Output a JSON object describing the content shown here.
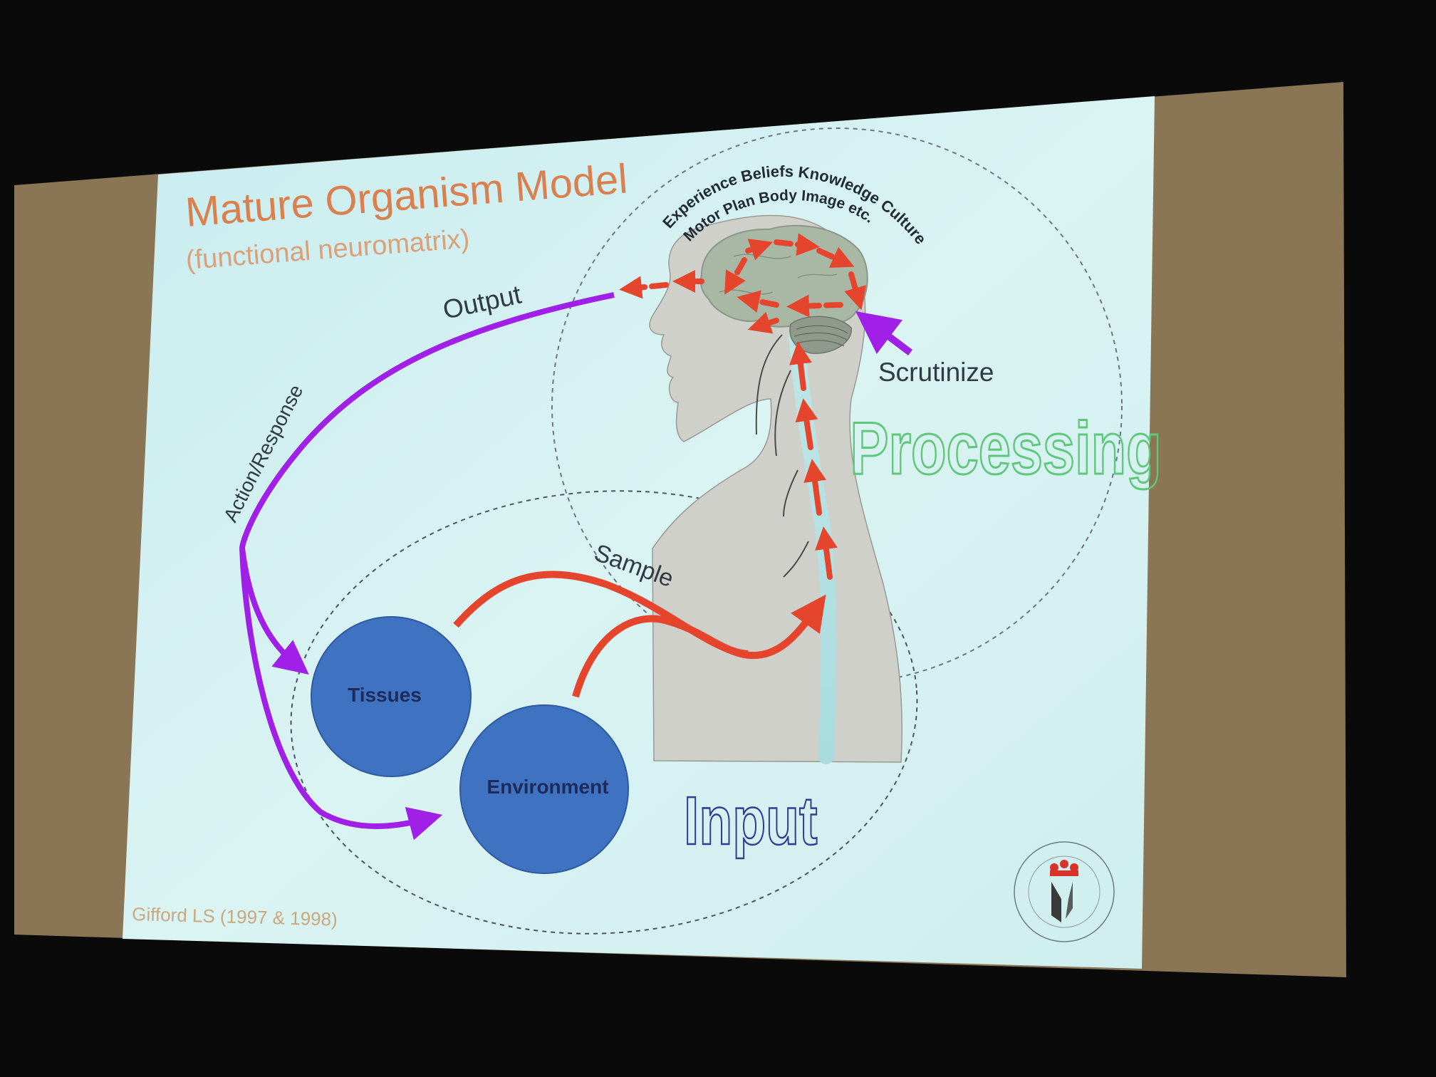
{
  "slide": {
    "title": "Mature Organism Model",
    "subtitle": "(functional neuromatrix)",
    "citation": "Gifford LS (1997 & 1998)"
  },
  "diagram": {
    "brain_words_line1": "Experience Beliefs Knowledge Culture",
    "brain_words_line2": "Motor Plan Body Image etc.",
    "output_label": "Output",
    "action_label": "Action/Response",
    "scrutinize_label": "Scrutinize",
    "processing_label": "Processing",
    "sample_label": "Sample",
    "tissues_label": "Tissues",
    "environment_label": "Environment",
    "input_label": "Input"
  },
  "colors": {
    "slide_background": "#d9f1f2",
    "title": "#d9804e",
    "purple_arrow": "#a020e8",
    "red_arrow": "#e5452c",
    "circle_fill": "#3f73c2",
    "processing_outline": "#5fc77a",
    "input_outline": "#2d3f8f",
    "head_fill": "#cfd0c9",
    "brain_fill": "#a9b7a5"
  }
}
